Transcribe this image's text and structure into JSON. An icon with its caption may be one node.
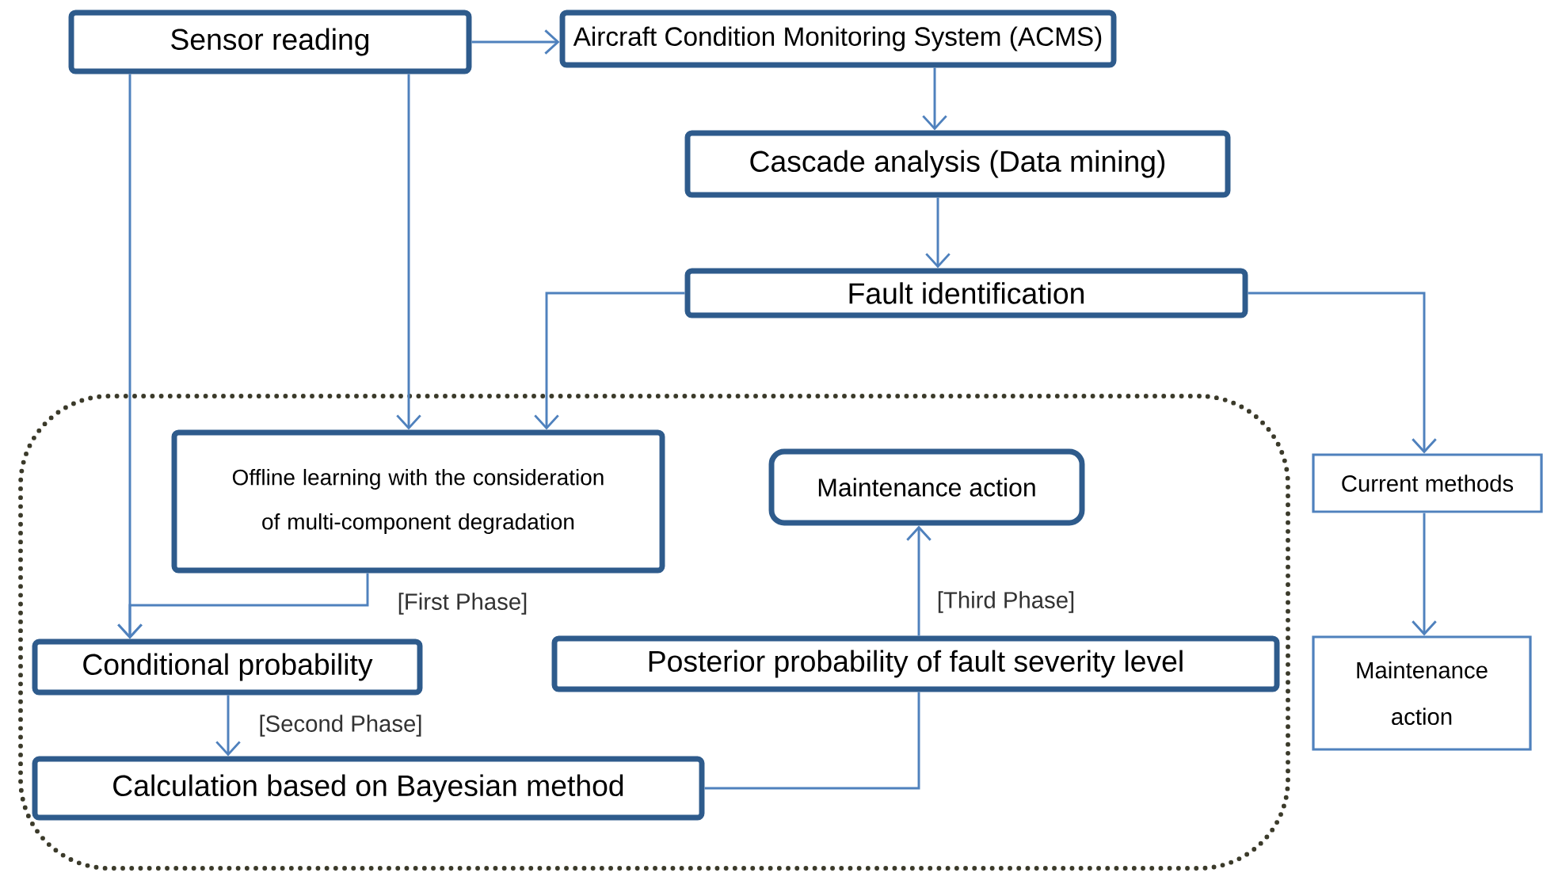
{
  "diagram": {
    "nodes": [
      {
        "text": [
          "Sensor reading"
        ]
      },
      {
        "text": [
          "Aircraft Condition Monitoring System (ACMS)"
        ]
      },
      {
        "text": [
          "Cascade analysis (Data mining)"
        ]
      },
      {
        "text": [
          "Fault identification"
        ]
      },
      {
        "text": [],
        "shape": "box"
      },
      {
        "text": [
          "Offline learning with the consideration of multi-component degradation"
        ],
        "in": 4
      },
      {
        "text": [
          "Maintenance action"
        ],
        "in": 4
      },
      {
        "text": [
          "Conditional probability"
        ],
        "in": 4
      },
      {
        "text": [
          "Posterior probability of fault severity level"
        ],
        "in": 4
      },
      {
        "text": [
          "Calculation based on Bayesian method"
        ],
        "in": 4
      },
      {
        "text": [
          "Current methods"
        ]
      },
      {
        "text": [
          "Maintenance action"
        ]
      }
    ],
    "edges": [
      {
        "from": 0,
        "to": 1,
        "arrow": "to"
      },
      {
        "from": 1,
        "to": 2,
        "arrow": "to"
      },
      {
        "from": 2,
        "to": 3,
        "arrow": "to"
      },
      {
        "from": 3,
        "to": 5,
        "arrow": "to"
      },
      {
        "from": 0,
        "to": 5,
        "arrow": "to"
      },
      {
        "from": 0,
        "to": 7,
        "arrow": "to"
      },
      {
        "from": 5,
        "to": 7,
        "arrow": "to",
        "label": "[First Phase]"
      },
      {
        "from": 7,
        "to": 9,
        "arrow": "to",
        "label": "[Second Phase]"
      },
      {
        "from": 9,
        "to": 8,
        "arrow": "none"
      },
      {
        "from": 8,
        "to": 6,
        "arrow": "to",
        "label": "[Third Phase]"
      },
      {
        "from": 3,
        "to": 10,
        "arrow": "to"
      },
      {
        "from": 10,
        "to": 11,
        "arrow": "to"
      }
    ]
  }
}
